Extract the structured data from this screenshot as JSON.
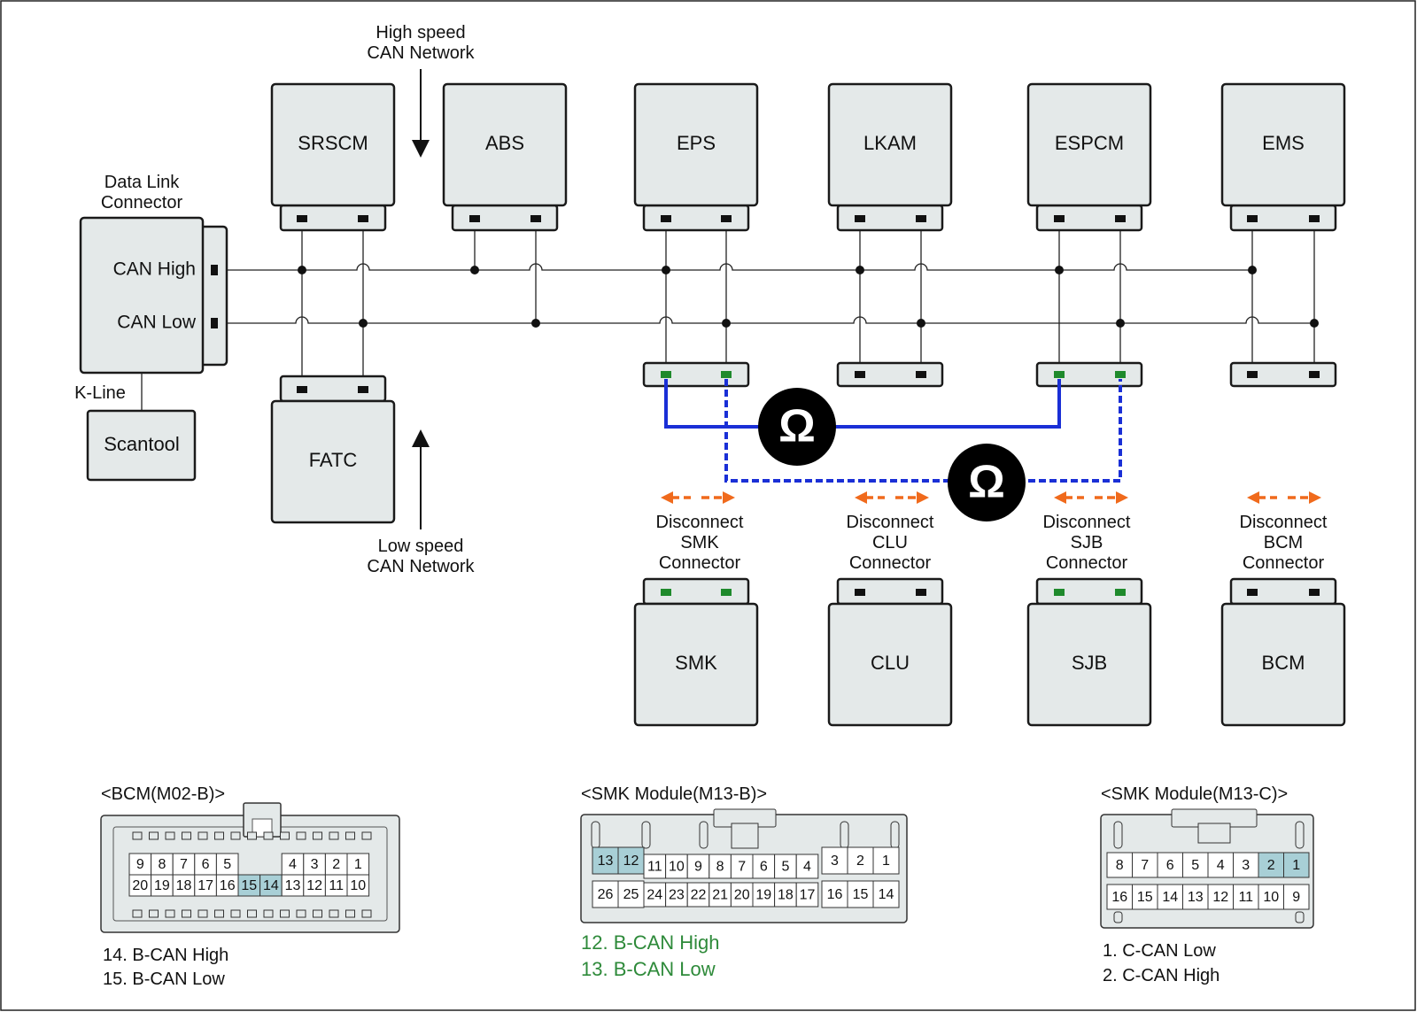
{
  "network_labels": {
    "high_speed_line1": "High speed",
    "high_speed_line2": "CAN Network",
    "low_speed_line1": "Low speed",
    "low_speed_line2": "CAN Network"
  },
  "dlc": {
    "title_line1": "Data Link",
    "title_line2": "Connector",
    "can_high": "CAN High",
    "can_low": "CAN Low",
    "kline": "K-Line",
    "scantool": "Scantool"
  },
  "modules": {
    "srscm": "SRSCM",
    "abs": "ABS",
    "eps": "EPS",
    "lkam": "LKAM",
    "espcm": "ESPCM",
    "ems": "EMS",
    "fatc": "FATC",
    "smk": "SMK",
    "clu": "CLU",
    "sjb": "SJB",
    "bcm": "BCM"
  },
  "ohm_symbol": "Ω",
  "disconnect": {
    "smk": [
      "Disconnect",
      "SMK",
      "Connector"
    ],
    "clu": [
      "Disconnect",
      "CLU",
      "Connector"
    ],
    "sjb": [
      "Disconnect",
      "SJB",
      "Connector"
    ],
    "bcm": [
      "Disconnect",
      "BCM",
      "Connector"
    ]
  },
  "connectors": {
    "bcm": {
      "title": "<BCM(M02-B)>",
      "row1": [
        "9",
        "8",
        "7",
        "6",
        "5",
        "",
        "",
        "4",
        "3",
        "2",
        "1"
      ],
      "row2": [
        "20",
        "19",
        "18",
        "17",
        "16",
        "15",
        "14",
        "13",
        "12",
        "11",
        "10"
      ],
      "highlighted": [
        "14",
        "15"
      ],
      "legend": [
        "14. B-CAN High",
        "15. B-CAN Low"
      ]
    },
    "smk_b": {
      "title": "<SMK Module(M13-B)>",
      "row1_left": [
        "13",
        "12"
      ],
      "row1_mid": [
        "11",
        "10",
        "9",
        "8",
        "7",
        "6",
        "5",
        "4"
      ],
      "row1_right": [
        "3",
        "2",
        "1"
      ],
      "row2_left": [
        "26",
        "25"
      ],
      "row2_mid": [
        "24",
        "23",
        "22",
        "21",
        "20",
        "19",
        "18",
        "17"
      ],
      "row2_right": [
        "16",
        "15",
        "14"
      ],
      "highlighted": [
        "12",
        "13"
      ],
      "legend": [
        "12. B-CAN High",
        "13. B-CAN Low"
      ]
    },
    "smk_c": {
      "title": "<SMK Module(M13-C)>",
      "row1": [
        "8",
        "7",
        "6",
        "5",
        "4",
        "3",
        "2",
        "1"
      ],
      "row2": [
        "16",
        "15",
        "14",
        "13",
        "12",
        "11",
        "10",
        "9"
      ],
      "highlighted": [
        "1",
        "2"
      ],
      "legend": [
        "1. C-CAN Low",
        "2. C-CAN High"
      ]
    }
  },
  "colors": {
    "module_fill": "#e4e9e9",
    "measurement_wire": "#1a2fd6",
    "disconnect_arrow": "#f06a1c",
    "pin_green": "#1f8a2c",
    "cell_highlight": "#a8cfd6",
    "legend_green": "#2e8a3a"
  }
}
